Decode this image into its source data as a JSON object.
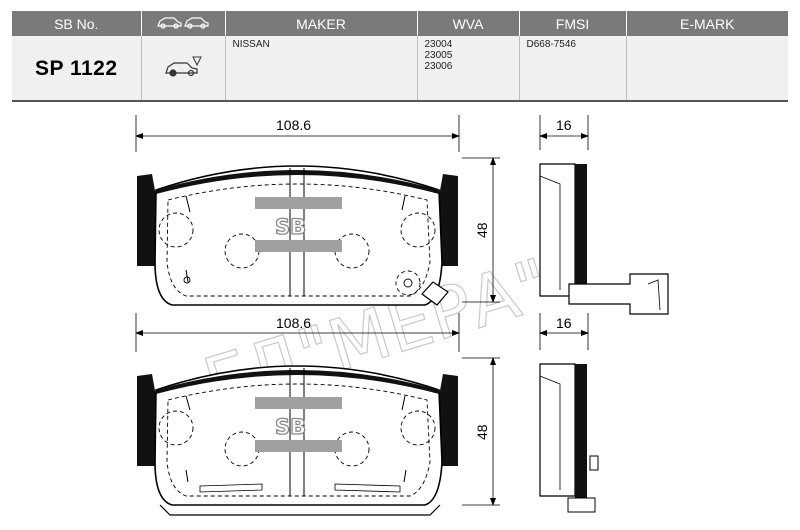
{
  "table": {
    "headers": {
      "sb_no": "SB No.",
      "maker": "MAKER",
      "wva": "WVA",
      "fmsi": "FMSI",
      "emark": "E-MARK"
    },
    "row": {
      "sb_no": "SP 1122",
      "maker": "NISSAN",
      "wva": [
        "23004",
        "23005",
        "23006"
      ],
      "fmsi": "D668-7546",
      "emark": ""
    },
    "header_icon": "two-cars-icon",
    "row_icon": "front-axle-car-icon"
  },
  "drawing": {
    "top_pad": {
      "width_label": "108.6",
      "height_label": "48",
      "thickness_label": "16",
      "logo": "SB"
    },
    "bottom_pad": {
      "width_label": "108.6",
      "height_label": "48",
      "thickness_label": "16",
      "logo": "SB"
    },
    "watermark": "ГД\"МЕРА\""
  },
  "colors": {
    "header_bg": "#7a7a7a",
    "row_bg": "#f0f0f0",
    "logo_bar": "#a0a0a0"
  }
}
